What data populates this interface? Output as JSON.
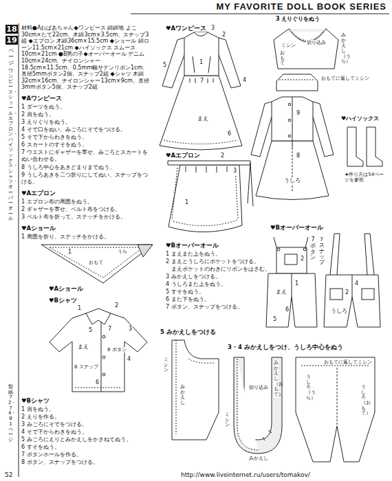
{
  "diagram": {
    "title": "MY FAVORITE DOLL BOOK SERIES",
    "labels": [
      "18",
      "19",
      "ページ",
      "ワンピース・ショール・エプロン・ハイソックス・シャツ・オーバーオール",
      "型紙72・74・81ページ",
      "52",
      "材料●Aおばあちゃん◆ワンピース 綿絣地 よこ30cm×たて22cm、木綿3cm×3.5cm、スナップ3組 ◆エプロン 木綿36cm×15.5cm ◆ショール 綿ローン11.5cm×21cm ◆ハイソックス スムース10cm×21cm ●B男の子◆オーバーオール デニム10cm×24cm、ナイロンシャー18.5cm×11.5cm、0.5mm幅サテンリボン1cm、直径5mmボタン2個、スナップ2組 ◆シャツ 木綿32cm×16cm、ナイロンシャー13cm×9cm、直径3mmボタン5個、スナップ2組",
      "♥Aワンピース",
      "1 ダーツをぬう。",
      "2 肩をぬう。",
      "3 えりぐりをぬう。",
      "4 そで口をぬい、みごろにそでをつける。",
      "5 そで下からわきをぬう。",
      "6 スカートのすそをぬう。",
      "7 ウエストにギャザーを寄せ、みごろとスカートをぬい合わせる。",
      "8 うしろ中心をあきどまりまでぬう。",
      "9 うしろあきを二つ折りにしてぬい、スナップをつける。",
      "♥Aエプロン",
      "1 エプロン布の周囲をぬう。",
      "2 ギャザーを寄せ、ベルト布をつける。",
      "3 ベルト布を折って、ステッチをかける。",
      "♥Aショール",
      "1 周囲を折り、ステッチをかける。",
      "うら",
      "1",
      "おもて",
      "♥Aショール",
      "♥Bシャツ",
      "まえ",
      "1",
      "2",
      "3",
      "4",
      "5",
      "6",
      "7",
      "8 ボタン",
      "8 スナップ",
      "♥Bシャツ",
      "1 肩をぬう。",
      "2 えりを作る。",
      "3 みごろにそでをつける。",
      "4 そで下からわきをぬう。",
      "5 みごろにえりとみかえしをかさねてぬう。",
      "6 すそをぬう。",
      "7 ボタンホールを作る。",
      "8 ボタン、スナップをつける。",
      "♥Aワンピース",
      "まえ",
      "3",
      "1",
      "4",
      "5",
      "2",
      "6",
      "7",
      "3 えりぐりをぬう",
      "ミシン",
      "切り込み",
      "みかえし（うら）",
      "おもて",
      "おもてに返してミシン",
      "うしろ",
      "9",
      "8",
      "♥ハイソックス",
      "★作り方は54ページを参照",
      "♥Aエプロン",
      "2",
      "1",
      "3",
      "♥Bオーバーオール",
      "1 まえまた上をぬう。",
      "2 まえとうしろにポケットをつける。",
      "まえポケットのわきにリボンをはさむ。",
      "3 みかえしをつける。",
      "4 うしろまた上をぬう。",
      "5 すそをぬう。",
      "6 また下をぬう。",
      "7 ボタン、スナップをつける。",
      "♥Bオーバーオール",
      "まえ",
      "1",
      "2",
      "6",
      "5",
      "7ボタン",
      "7スナップ",
      "うしろ",
      "4",
      "2",
      "5 みかえしをつける",
      "ミシン",
      "みかえし",
      "3・4 みかえしをつけ、うしろ中心をぬう",
      "切り込み",
      "ミシン",
      "みかえし",
      "おもてに返してミシン",
      "うしろ（うら）",
      "みかえし（おもて）",
      "うしろ（おもて）",
      "http://www.liveinternet.ru/users/tomakov/"
    ]
  }
}
